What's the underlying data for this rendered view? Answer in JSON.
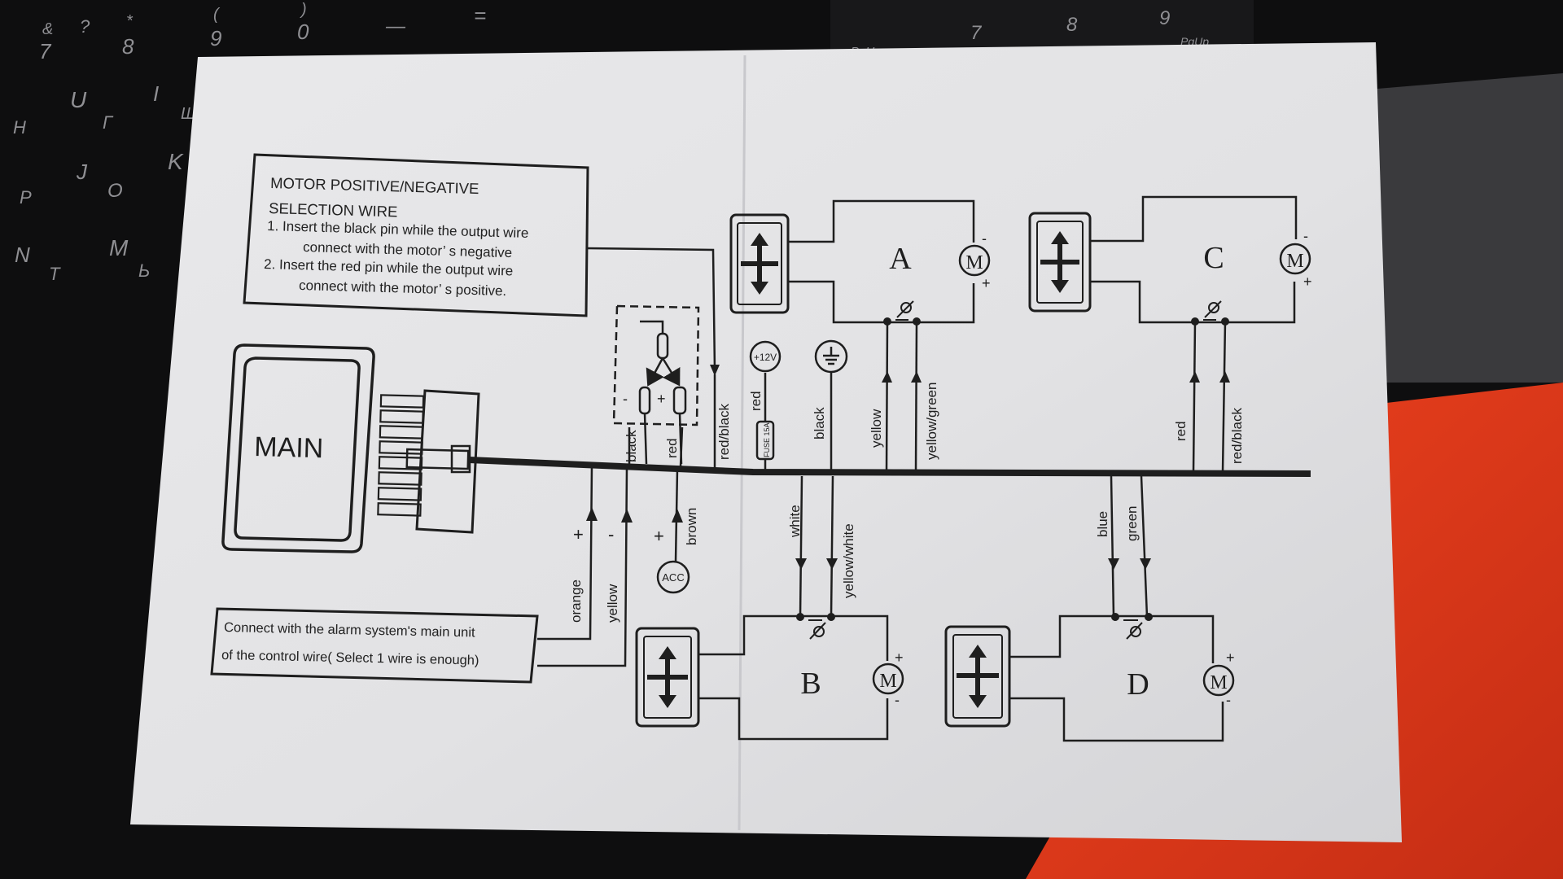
{
  "keyboard": {
    "keys": [
      "&",
      "7",
      "?",
      "*",
      "8",
      "(",
      "9",
      ")",
      "0",
      "—",
      "=",
      "U",
      "I",
      "H",
      "Г",
      "Ш",
      "J",
      "K",
      "P",
      "O",
      "N",
      "M",
      "T",
      "Ь",
      "PgUp",
      "7",
      "8",
      "9",
      "PgUp"
    ]
  },
  "diagram": {
    "selection_box": {
      "title_line1": "MOTOR  POSITIVE/NEGATIVE",
      "title_line2": "SELECTION WIRE",
      "rule1_line1": "1. Insert the black pin while the output wire",
      "rule1_line2": "connect with the motor’  s negative",
      "rule2_line1": "2. Insert the red pin while the output wire",
      "rule2_line2": "connect with the motor’  s positive."
    },
    "main_unit_label": "MAIN",
    "alarm_box": {
      "line1": "Connect with the alarm system's main unit",
      "line2": "of the control wire( Select 1 wire is enough)"
    },
    "selector_pins": {
      "minus": "-",
      "plus": "+"
    },
    "wire_labels": {
      "black": "black",
      "red": "red",
      "red_black": "red/black",
      "red_12v": "red",
      "black_gnd": "black",
      "yellow_a": "yellow",
      "yellow_green_a": "yellow/green",
      "red_c": "red",
      "red_black_c": "red/black",
      "orange": "orange",
      "yellow_ctrl": "yellow",
      "brown": "brown",
      "white": "white",
      "yellow_white": "yellow/white",
      "blue": "blue",
      "green": "green"
    },
    "polarity": {
      "orange": "+",
      "yellow": "-",
      "brown": "+"
    },
    "terminals": {
      "power": "+12V",
      "acc": "ACC",
      "fuse": "FUSE 15A"
    },
    "actuators": [
      {
        "id": "A",
        "motor": "M",
        "top_sign": "-",
        "bottom_sign": "+"
      },
      {
        "id": "C",
        "motor": "M",
        "top_sign": "-",
        "bottom_sign": "+"
      },
      {
        "id": "B",
        "motor": "M",
        "top_sign": "+",
        "bottom_sign": "-"
      },
      {
        "id": "D",
        "motor": "M",
        "top_sign": "+",
        "bottom_sign": "-"
      }
    ]
  },
  "colors": {
    "paper": "#e4e4e6",
    "ink": "#1e1e1e",
    "background": "#0e0e0f",
    "cloth": "#e0391c"
  }
}
